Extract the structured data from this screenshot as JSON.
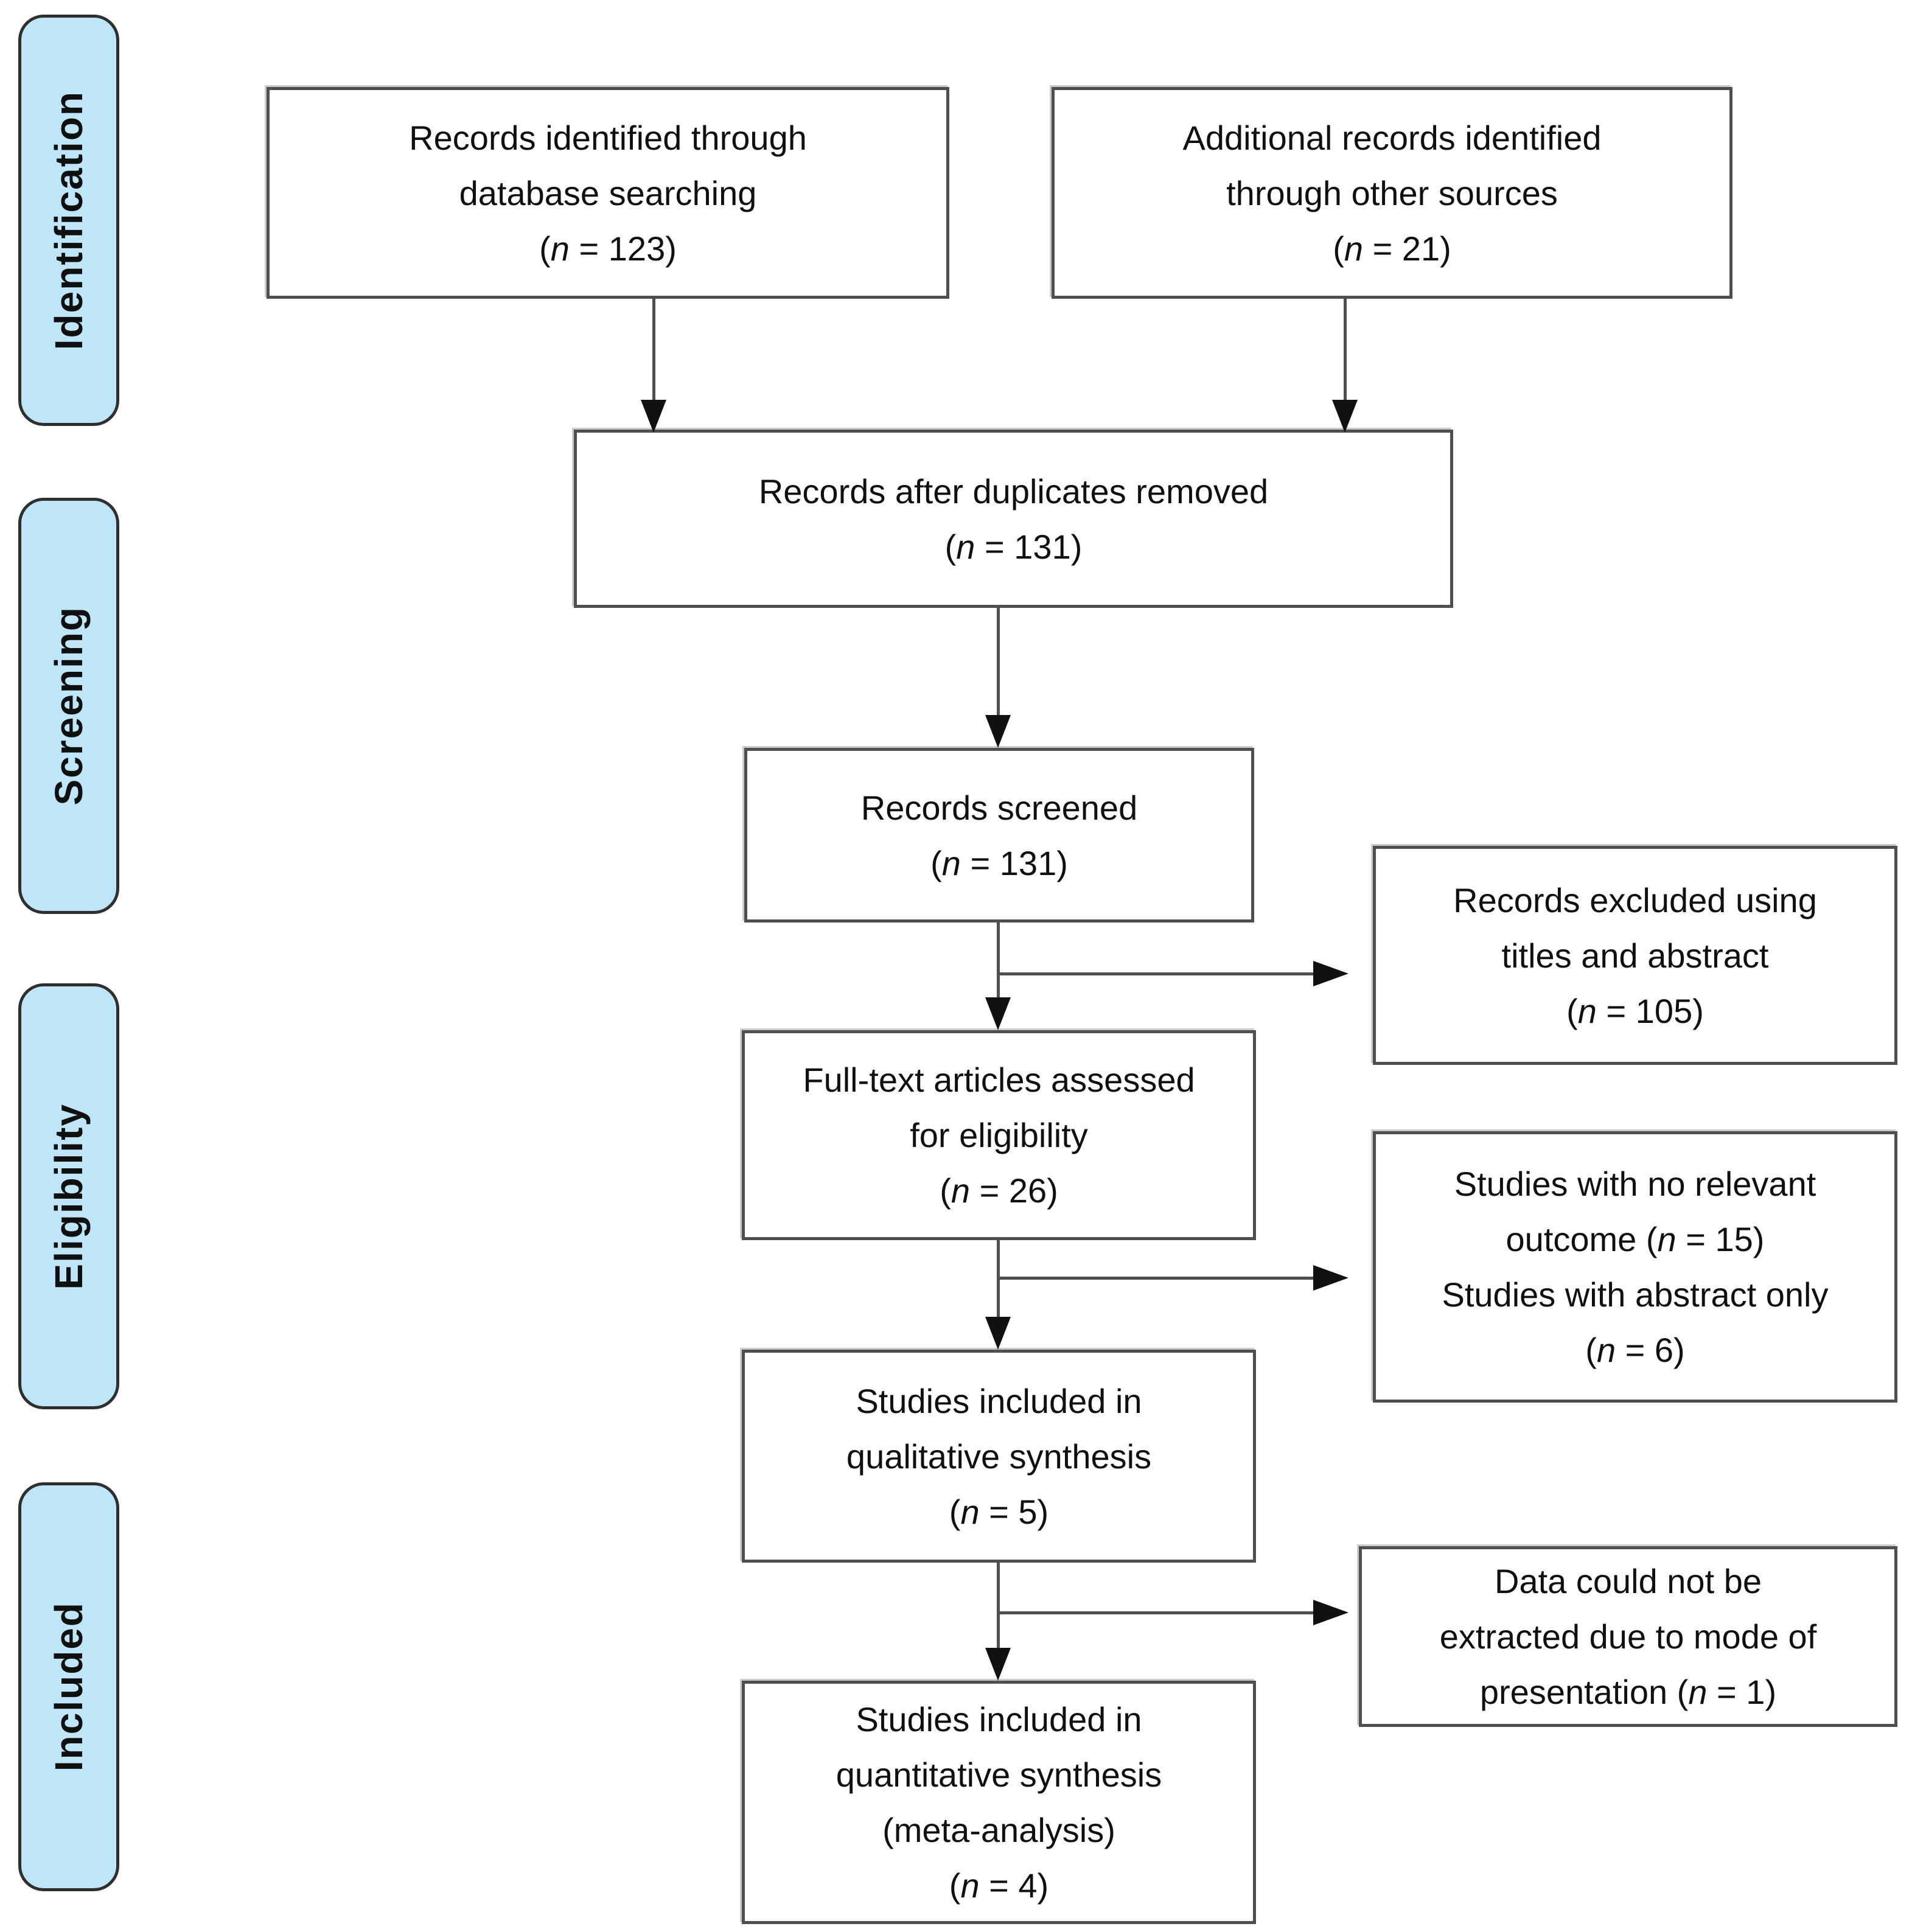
{
  "phases": [
    {
      "label": "Identification"
    },
    {
      "label": "Screening"
    },
    {
      "label": "Eligibility"
    },
    {
      "label": "Included"
    }
  ],
  "boxes": {
    "db": {
      "lines": [
        "Records identified through",
        "database searching",
        "(n = 123)"
      ]
    },
    "other": {
      "lines": [
        "Additional records identified",
        "through other sources",
        "(n = 21)"
      ]
    },
    "dedup": {
      "lines": [
        "Records after duplicates removed",
        "(n = 131)"
      ]
    },
    "screened": {
      "lines": [
        "Records screened",
        "(n = 131)"
      ]
    },
    "excluded": {
      "lines": [
        "Records excluded using",
        "titles and abstract",
        "(n = 105)"
      ]
    },
    "fulltext": {
      "lines": [
        "Full-text articles assessed",
        "for eligibility",
        "(n = 26)"
      ]
    },
    "norelevant": {
      "lines": [
        "Studies with no relevant",
        "outcome (n = 15)",
        "Studies with abstract only",
        "(n = 6)"
      ]
    },
    "qualitative": {
      "lines": [
        "Studies included in",
        "qualitative synthesis",
        "(n = 5)"
      ]
    },
    "extract": {
      "lines": [
        "Data could not be",
        "extracted due to mode of",
        "presentation (n = 1)"
      ]
    },
    "quantitative": {
      "lines": [
        "Studies included in",
        "quantitative synthesis",
        "(meta-analysis)",
        "(n = 4)"
      ]
    }
  },
  "colors": {
    "phase_fill": "#bee6f8",
    "phase_border": "#2f2f2f",
    "box_border": "#4f4f4f",
    "connector": "#4f4f4f",
    "arrowhead": "#111111",
    "text": "#101010",
    "background": "#ffffff"
  }
}
